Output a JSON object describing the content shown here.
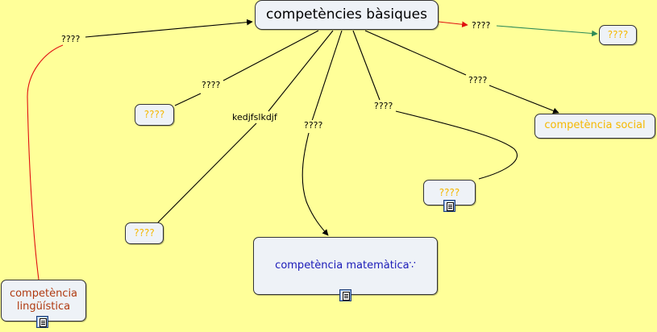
{
  "concept_map": {
    "nodes": {
      "root": {
        "label": "competències bàsiques",
        "color": "#000000"
      },
      "top_right": {
        "label": "????",
        "color": "#F5B800"
      },
      "left_small": {
        "label": "????",
        "color": "#F5B800"
      },
      "social": {
        "label": "competència social",
        "color": "#F5B800"
      },
      "doc_node": {
        "label": "????",
        "color": "#F5B800"
      },
      "bottom_left_small": {
        "label": "????",
        "color": "#F5B800"
      },
      "math": {
        "label": "competència matemàtica∵",
        "color": "#1A1AB8"
      },
      "linguistic": {
        "label": "competència lingüística",
        "color": "#B03A10"
      }
    },
    "link_labels": {
      "to_root_left": "????",
      "to_top_right": "????",
      "to_left_small": "????",
      "to_bottom_left": "kedjfslkdjf",
      "to_math": "????",
      "to_doc_node": "????",
      "to_social": "????"
    },
    "colors": {
      "background": "#FFFF99",
      "node_fill": "#EEF2F7",
      "line": "#000000",
      "red_line": "#E01010",
      "green_line": "#2E8B57"
    }
  }
}
